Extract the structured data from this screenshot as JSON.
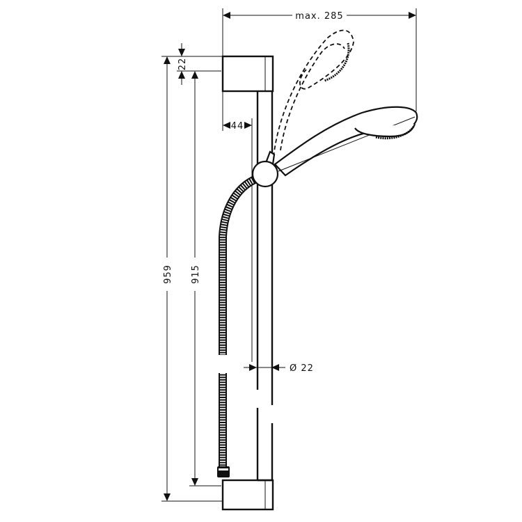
{
  "drawing": {
    "type": "technical-dimension-drawing",
    "subject": "shower rail set with hand shower, slider and hose",
    "line_color": "#111111",
    "background": "#ffffff"
  },
  "dimensions": {
    "max_reach": {
      "label": "max. 285",
      "value": 285,
      "prefix": "max."
    },
    "top_offset": {
      "label": "22",
      "value": 22
    },
    "wall_distance": {
      "label": "44",
      "value": 44
    },
    "overall_height": {
      "label": "959",
      "value": 959
    },
    "bracket_spacing": {
      "label": "915",
      "value": 915
    },
    "rail_diameter": {
      "label": "Ø 22",
      "symbol": "Ø",
      "value": 22
    }
  },
  "components": [
    {
      "name": "top-wall-bracket"
    },
    {
      "name": "shower-rail"
    },
    {
      "name": "slider"
    },
    {
      "name": "hand-shower",
      "positions": [
        "angled-up (dashed)",
        "horizontal (solid)"
      ]
    },
    {
      "name": "shower-hose"
    },
    {
      "name": "hose-nut"
    },
    {
      "name": "bottom-wall-bracket"
    }
  ]
}
